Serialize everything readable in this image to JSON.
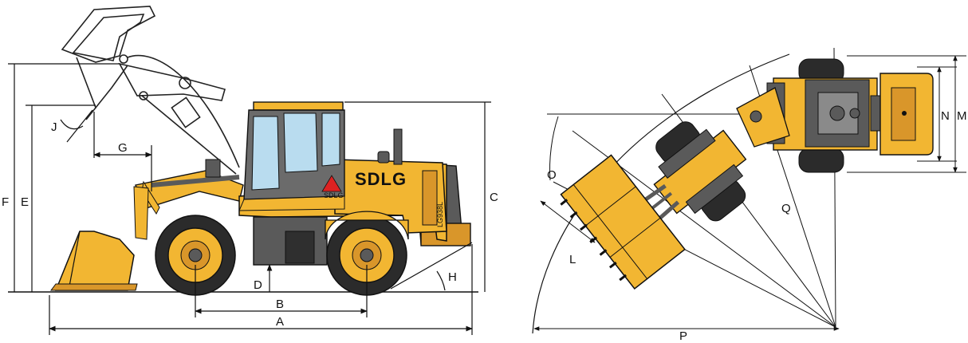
{
  "brand": {
    "name": "SDLG",
    "emblem_text": "SDLG",
    "model": "LG938L",
    "colors": {
      "body_yellow": "#f2b632",
      "body_shade": "#d9962a",
      "dark_gray": "#5a5a5a",
      "tire_black": "#2b2b2b",
      "glass": "#b9dcef",
      "line": "#111111"
    }
  },
  "side_view": {
    "labels": {
      "A": "A",
      "B": "B",
      "C": "C",
      "D": "D",
      "E": "E",
      "F": "F",
      "G": "G",
      "H": "H",
      "J": "J"
    }
  },
  "top_view": {
    "labels": {
      "L": "L",
      "M": "M",
      "N": "N",
      "O": "O",
      "P": "P",
      "Q": "Q"
    }
  }
}
